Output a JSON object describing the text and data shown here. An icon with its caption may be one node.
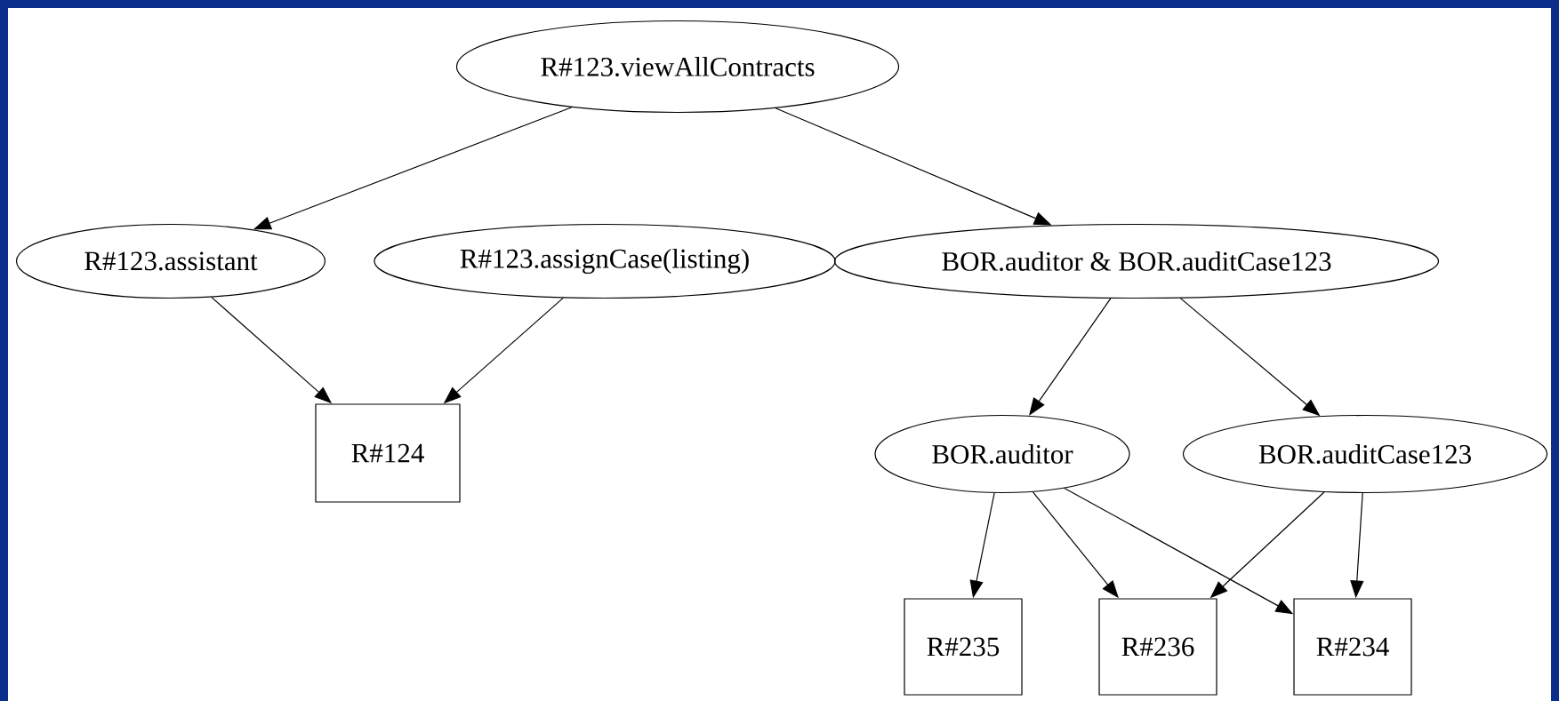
{
  "diagram": {
    "nodes": [
      {
        "text": [
          "R#123.viewAllContracts"
        ]
      },
      {
        "text": [
          "R#123.assistant"
        ]
      },
      {
        "text": [
          "R#123.assignCase(listing)"
        ]
      },
      {
        "text": [
          "BOR.auditor & BOR.auditCase123"
        ]
      },
      {
        "text": [
          "R#124"
        ]
      },
      {
        "text": [
          "BOR.auditor"
        ]
      },
      {
        "text": [
          "BOR.auditCase123"
        ]
      },
      {
        "text": [
          "R#235"
        ]
      },
      {
        "text": [
          "R#236"
        ]
      },
      {
        "text": [
          "R#234"
        ]
      }
    ],
    "edges": [
      {
        "from": 0,
        "to": 1,
        "arrow": "to"
      },
      {
        "from": 0,
        "to": 3,
        "arrow": "to"
      },
      {
        "from": 1,
        "to": 4,
        "arrow": "to"
      },
      {
        "from": 2,
        "to": 4,
        "arrow": "to"
      },
      {
        "from": 3,
        "to": 5,
        "arrow": "to"
      },
      {
        "from": 3,
        "to": 6,
        "arrow": "to"
      },
      {
        "from": 5,
        "to": 7,
        "arrow": "to"
      },
      {
        "from": 5,
        "to": 8,
        "arrow": "to"
      },
      {
        "from": 5,
        "to": 9,
        "arrow": "to"
      },
      {
        "from": 6,
        "to": 8,
        "arrow": "to"
      },
      {
        "from": 6,
        "to": 9,
        "arrow": "to"
      }
    ]
  }
}
